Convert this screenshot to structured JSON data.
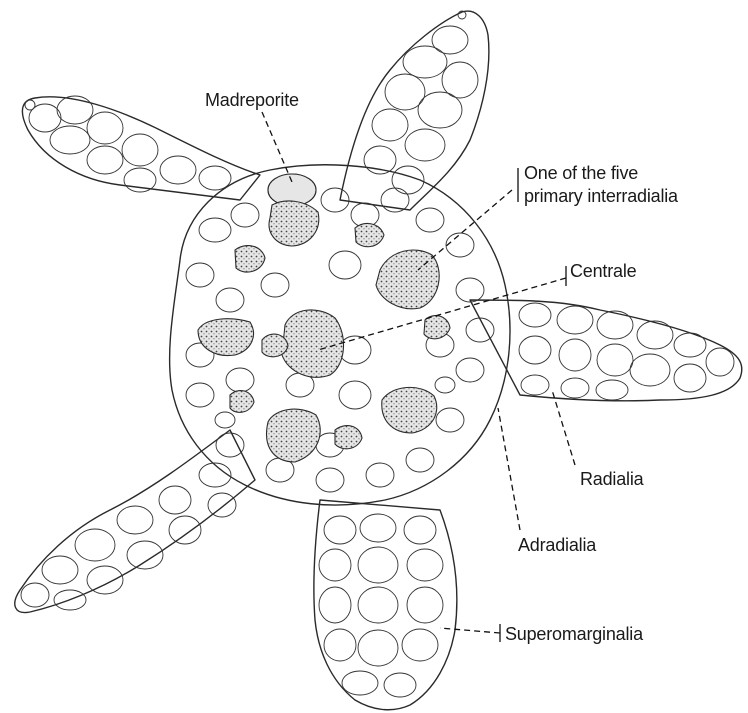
{
  "labels": {
    "madreporite": "Madreporite",
    "interradialia_line1": "One of the five",
    "interradialia_line2": "primary interradialia",
    "centrale": "Centrale",
    "radialia": "Radialia",
    "adradialia": "Adradialia",
    "superomarginalia": "Superomarginalia"
  }
}
